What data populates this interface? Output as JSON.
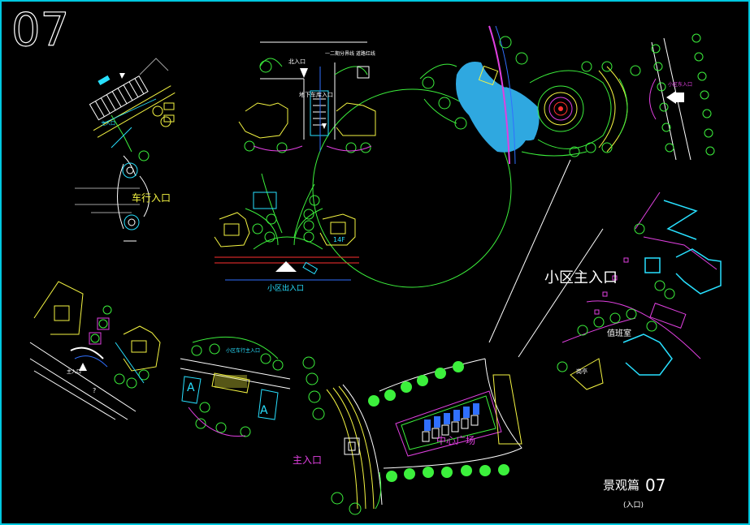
{
  "sheet": {
    "number": "07",
    "title_cn": "景观篇",
    "title_num": "07",
    "subtitle": "(入口)"
  },
  "labels": {
    "vehicle_entrance": "车行入口",
    "north_entrance": "北入口",
    "underground_garage_entrance": "地下车库入口",
    "road_redline": "一二期分界线 道路红线",
    "community_entrance": "小区出入口",
    "building_14f": "14F",
    "main_entrance_small": "主入口",
    "question_mark": "?",
    "community_vehicle_entrance": "小区车行主入口",
    "main_entrance": "主入口",
    "central_plaza": "中心广场",
    "community_main_entrance": "小区主入口",
    "guard_room": "值班室",
    "kiosk": "岗亭",
    "east_entrance": "小区东入口"
  },
  "colors": {
    "background": "#000000",
    "frame": "#00c8e0",
    "yellow": "#f5f542",
    "cyan": "#28e0ff",
    "green": "#3cf03c",
    "magenta": "#e040e0",
    "white": "#ffffff",
    "red": "#ff3030",
    "blue": "#3070ff",
    "gray": "#a0a0a0"
  }
}
